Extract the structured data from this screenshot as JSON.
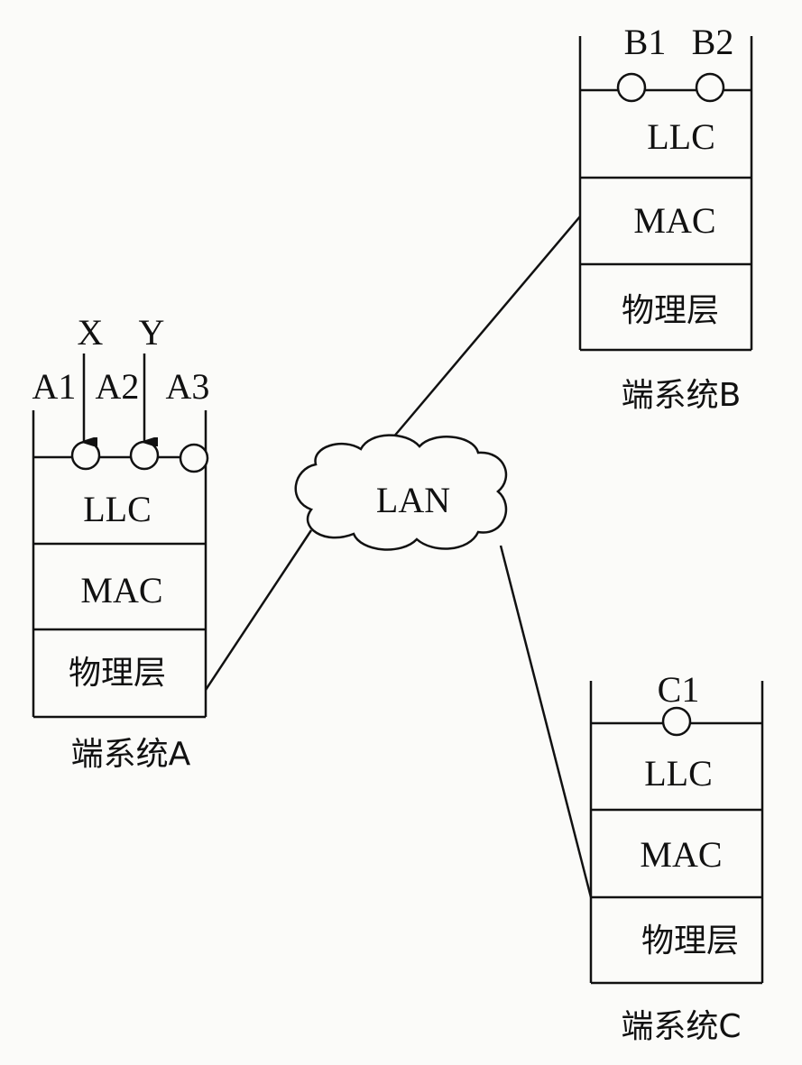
{
  "network": {
    "label": "LAN"
  },
  "systems": {
    "a": {
      "name": "端系统A",
      "saps": [
        "A1",
        "A2",
        "A3"
      ],
      "users": [
        "X",
        "Y"
      ],
      "layers": [
        "LLC",
        "MAC",
        "物理层"
      ]
    },
    "b": {
      "name": "端系统B",
      "saps": [
        "B1",
        "B2"
      ],
      "layers": [
        "LLC",
        "MAC",
        "物理层"
      ]
    },
    "c": {
      "name": "端系统C",
      "saps": [
        "C1"
      ],
      "layers": [
        "LLC",
        "MAC",
        "物理层"
      ]
    }
  }
}
